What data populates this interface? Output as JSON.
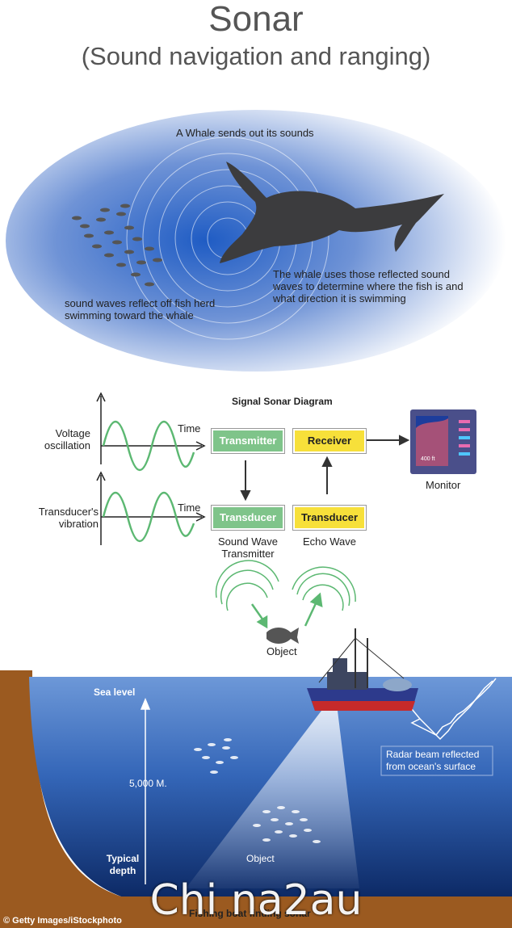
{
  "title": "Sonar",
  "subtitle": "(Sound navigation and ranging)",
  "whale_section": {
    "caption_top": "A Whale sends out its sounds",
    "caption_right": "The whale uses those reflected sound waves to determine where the fish is and what direction it is swimming",
    "caption_left": "sound waves reflect off fish herd swimming toward the whale"
  },
  "signal_diagram": {
    "title": "Signal Sonar Diagram",
    "voltage_label": "Voltage oscillation",
    "transducer_vib_label": "Transducer's vibration",
    "time_label_1": "Time",
    "time_label_2": "Time",
    "transmitter": "Transmitter",
    "receiver": "Receiver",
    "transducer_1": "Transducer",
    "transducer_2": "Transducer",
    "sound_wave_label": "Sound Wave Transmitter",
    "echo_wave_label": "Echo Wave",
    "monitor_label": "Monitor",
    "monitor_screen": "400 ft",
    "object_label": "Object"
  },
  "ocean_section": {
    "sea_level": "Sea level",
    "depth_value": "5,000 M.",
    "typical_depth": "Typical depth",
    "object_label": "Object",
    "radar_caption": "Radar beam reflected from ocean's surface",
    "bottom_caption": "Fishing boat finding sonar"
  },
  "credit": "© Getty Images/iStockphoto",
  "watermark": "Chi na2au",
  "colors": {
    "transmitter_green": "#7fc48a",
    "receiver_yellow": "#f7e03a",
    "ocean_blue": "#2a63b8",
    "ground_brown": "#9b5a20"
  }
}
